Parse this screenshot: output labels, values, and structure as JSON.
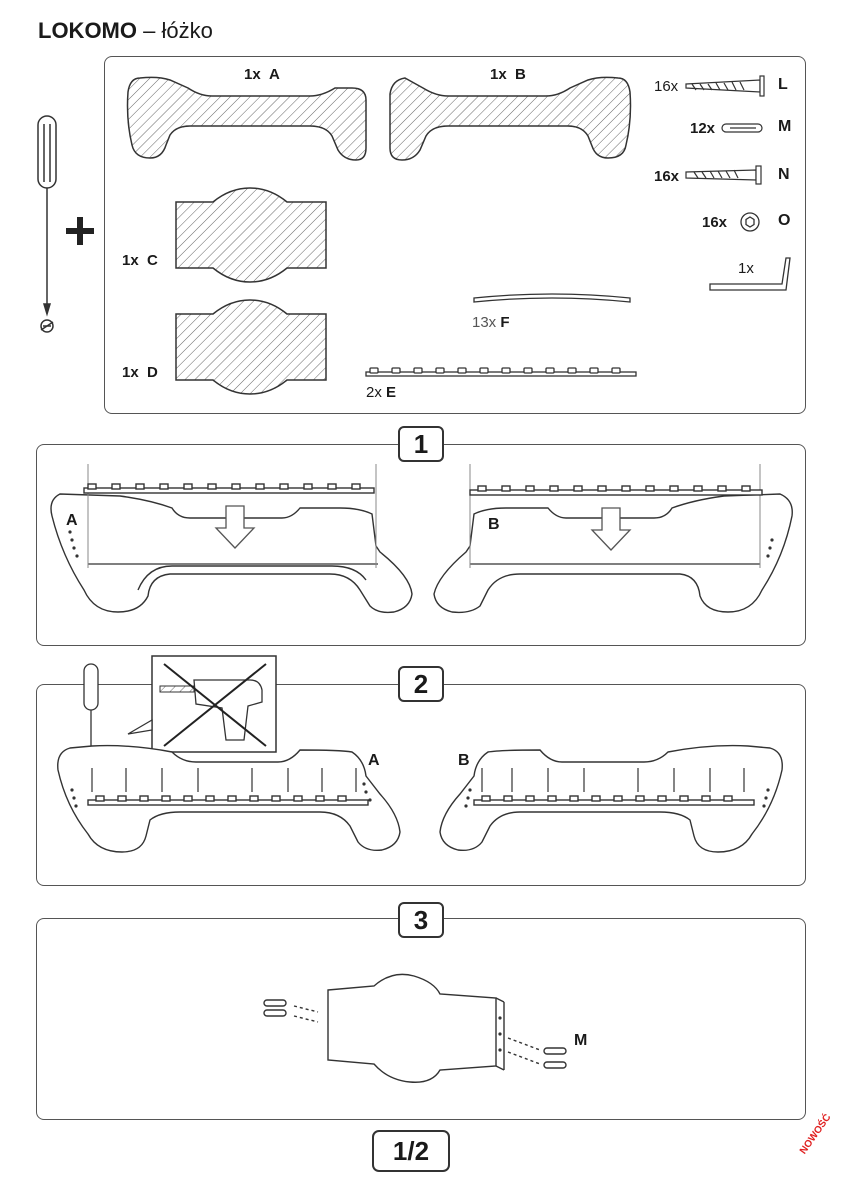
{
  "header": {
    "brand": "LOKOMO",
    "dash": " – ",
    "subtitle": "łóżko"
  },
  "parts": {
    "A": {
      "qty": "1x",
      "letter": "A"
    },
    "B": {
      "qty": "1x",
      "letter": "B"
    },
    "C": {
      "qty": "1x",
      "letter": "C"
    },
    "D": {
      "qty": "1x",
      "letter": "D"
    },
    "E": {
      "qty": "2x",
      "letter": "E"
    },
    "F": {
      "qty": "13x",
      "letter": "F"
    },
    "L": {
      "qty": "16x",
      "letter": "L"
    },
    "M": {
      "qty": "12x",
      "letter": "M"
    },
    "N": {
      "qty": "16x",
      "letter": "N"
    },
    "O": {
      "qty": "16x",
      "letter": "O"
    },
    "hex_key": {
      "qty": "1x"
    }
  },
  "steps": [
    {
      "number": "1",
      "left_label": "A",
      "right_label": "B"
    },
    {
      "number": "2",
      "left_label": "A",
      "right_label": "B"
    },
    {
      "number": "3",
      "part_label": "M"
    }
  ],
  "footer": {
    "page": "1/2",
    "stamp": "NOWOŚĆ"
  },
  "colors": {
    "line": "#333333",
    "hatch": "#555555",
    "stamp": "#e02020"
  },
  "icons": [
    "screwdriver-icon",
    "plus-icon",
    "no-drill-icon",
    "arrow-down-icon"
  ]
}
